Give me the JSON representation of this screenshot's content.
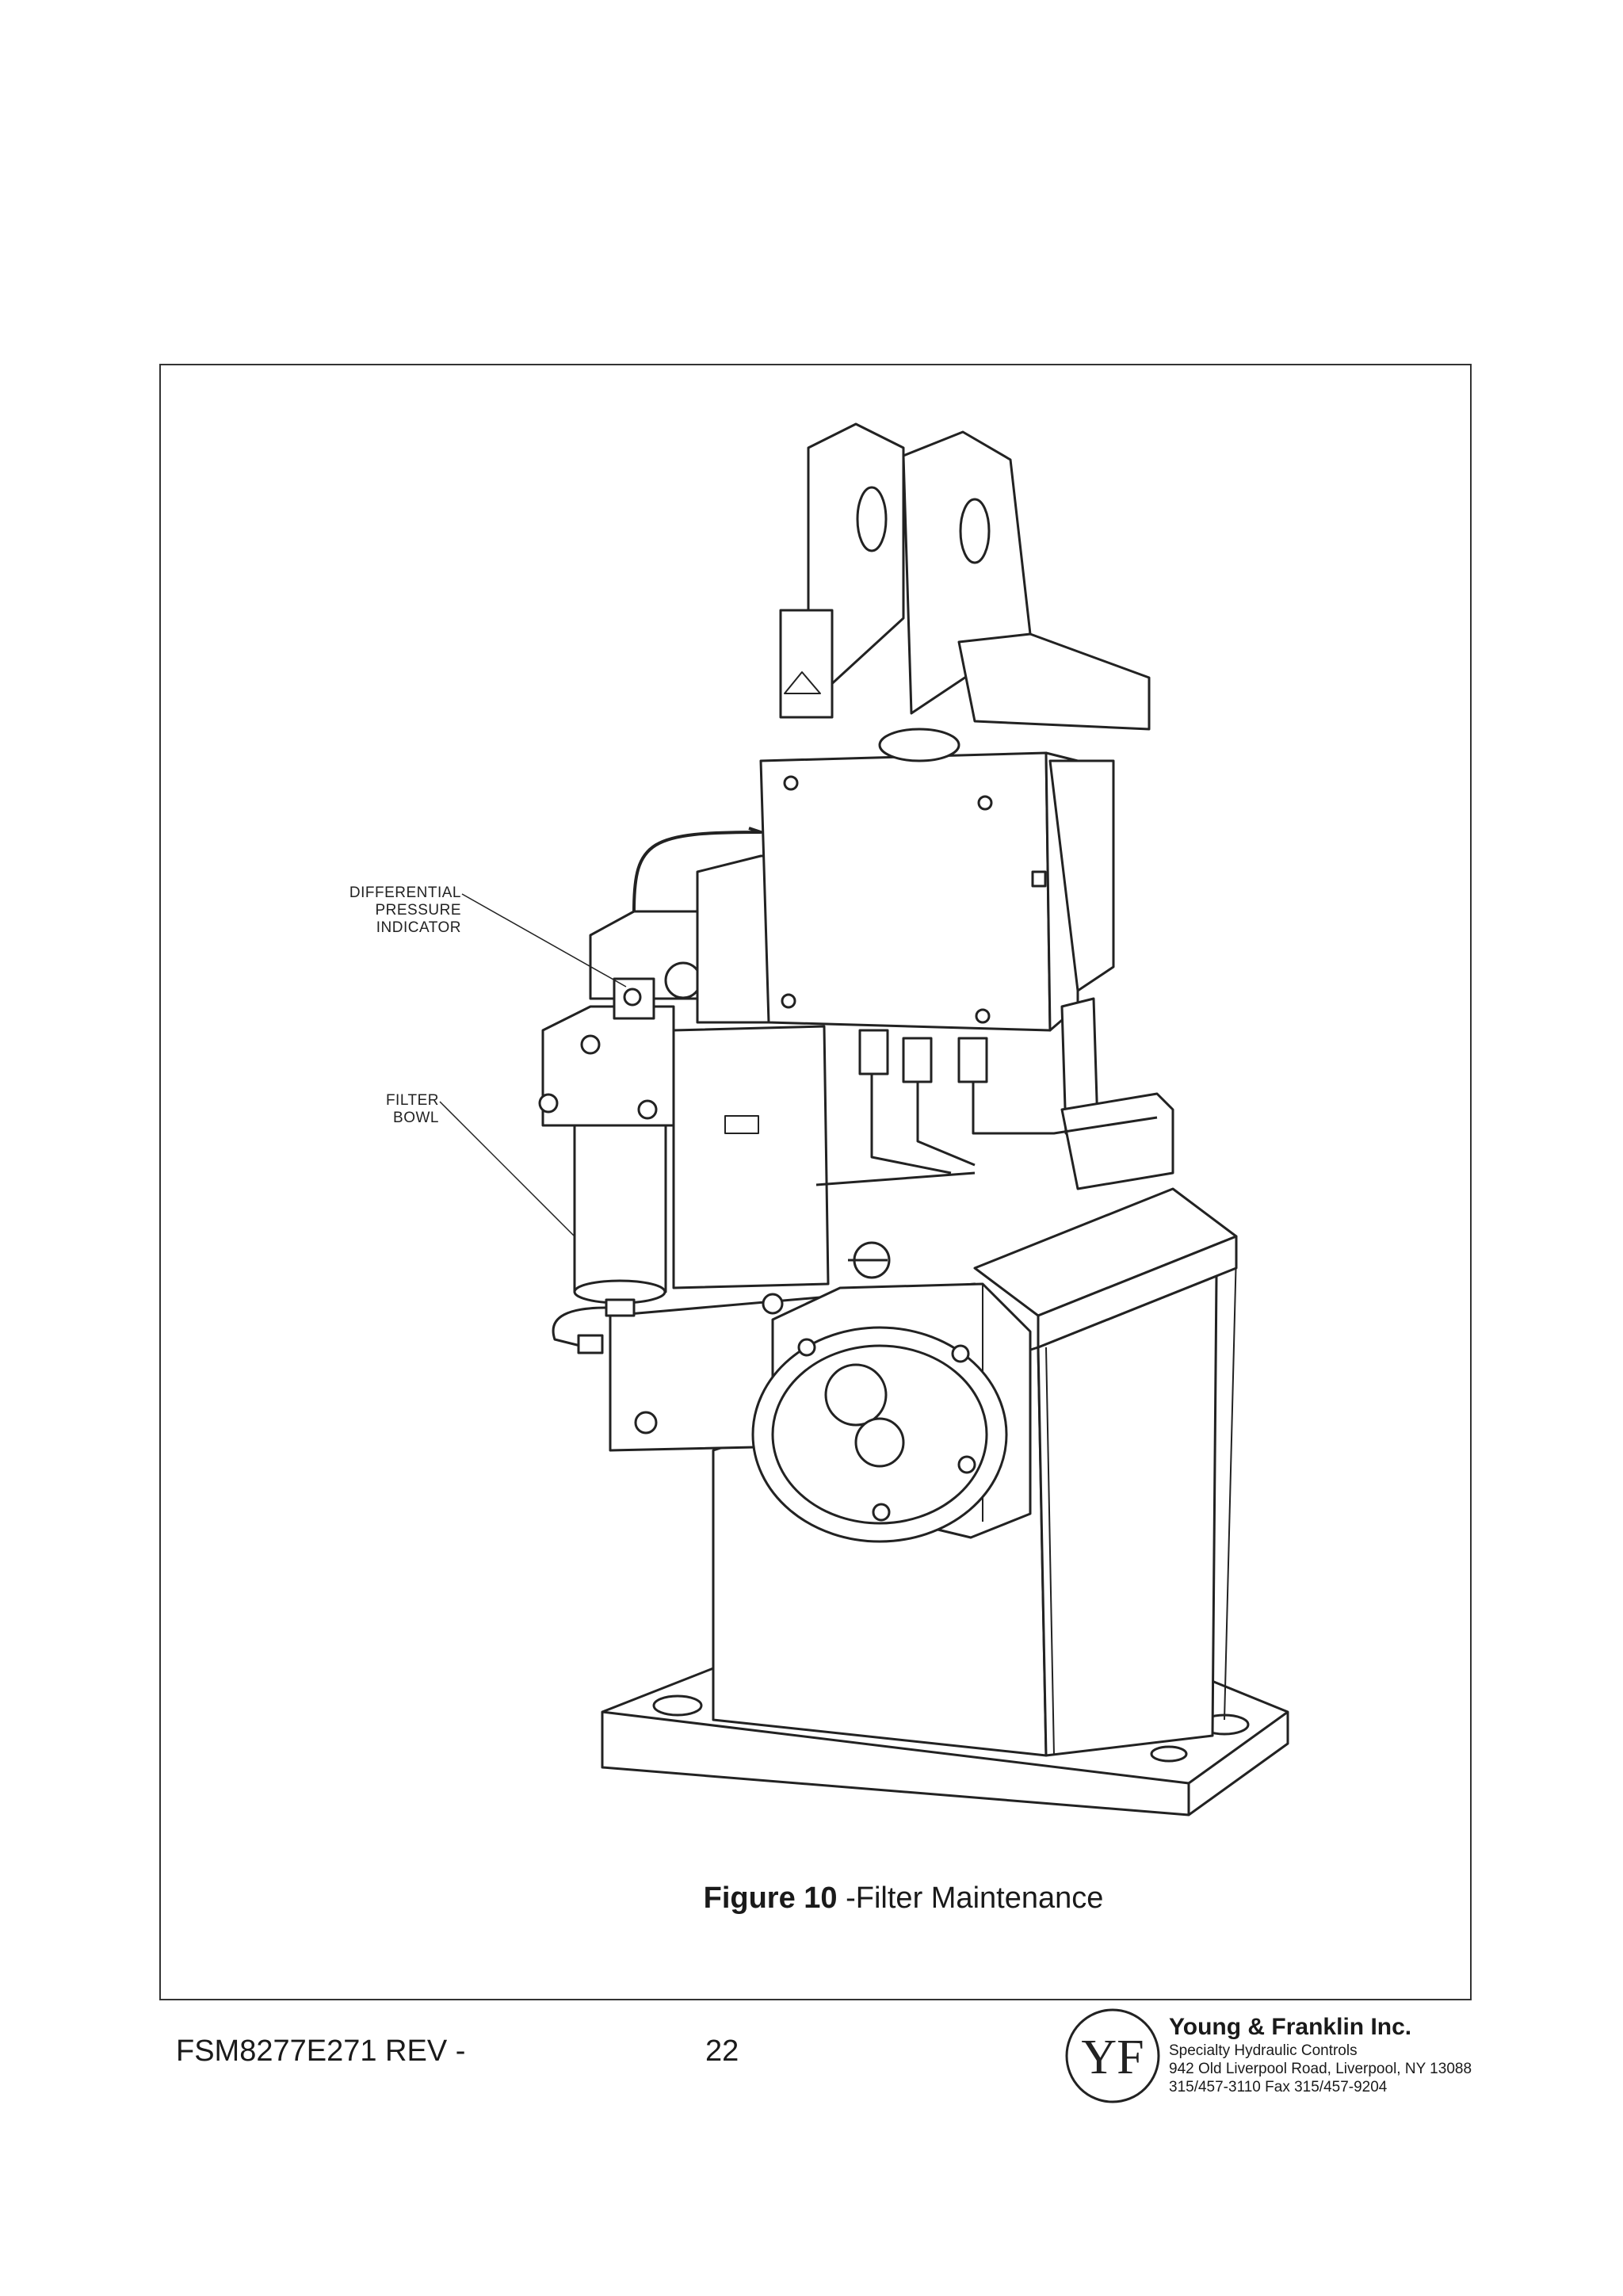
{
  "figure": {
    "callouts": {
      "differential_pressure_indicator": [
        "DIFFERENTIAL",
        "PRESSURE",
        "INDICATOR"
      ],
      "filter_bowl": [
        "FILTER",
        "BOWL"
      ]
    },
    "caption_bold": "Figure 10",
    "caption_rest": " -Filter Maintenance"
  },
  "footer": {
    "doc_id": "FSM8277E271 REV -",
    "page_number": "22",
    "logo_text": "YF",
    "company_name": "Young & Franklin Inc.",
    "tagline": "Specialty Hydraulic Controls",
    "address": "942 Old Liverpool Road, Liverpool, NY 13088",
    "phone_fax": "315/457-3110   Fax 315/457-9204"
  }
}
